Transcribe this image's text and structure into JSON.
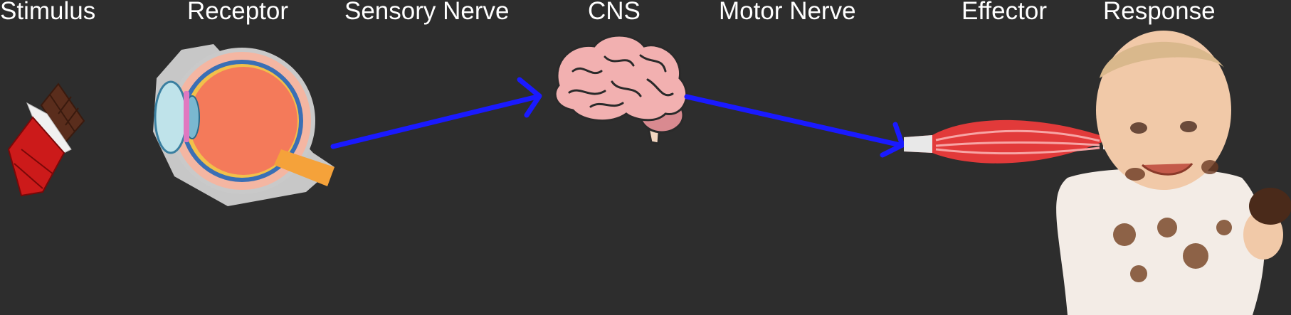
{
  "labels": {
    "stimulus": "Stimulus",
    "receptor": "Receptor",
    "sensory_nerve": "Sensory Nerve",
    "cns": "CNS",
    "motor_nerve": "Motor Nerve",
    "effector": "Effector",
    "response": "Response"
  },
  "colors": {
    "background": "#2d2d2d",
    "text": "#ffffff",
    "arrow": "#1a1aff",
    "muscle": "#e23a3a",
    "brain": "#f2b0b0",
    "eye": "#f26a50",
    "chocolate_wrapper": "#cc1a1a",
    "chocolate": "#5a2d1c"
  },
  "icons": [
    "chocolate-bar-icon",
    "eye-icon",
    "brain-icon",
    "muscle-icon",
    "baby-icon"
  ]
}
